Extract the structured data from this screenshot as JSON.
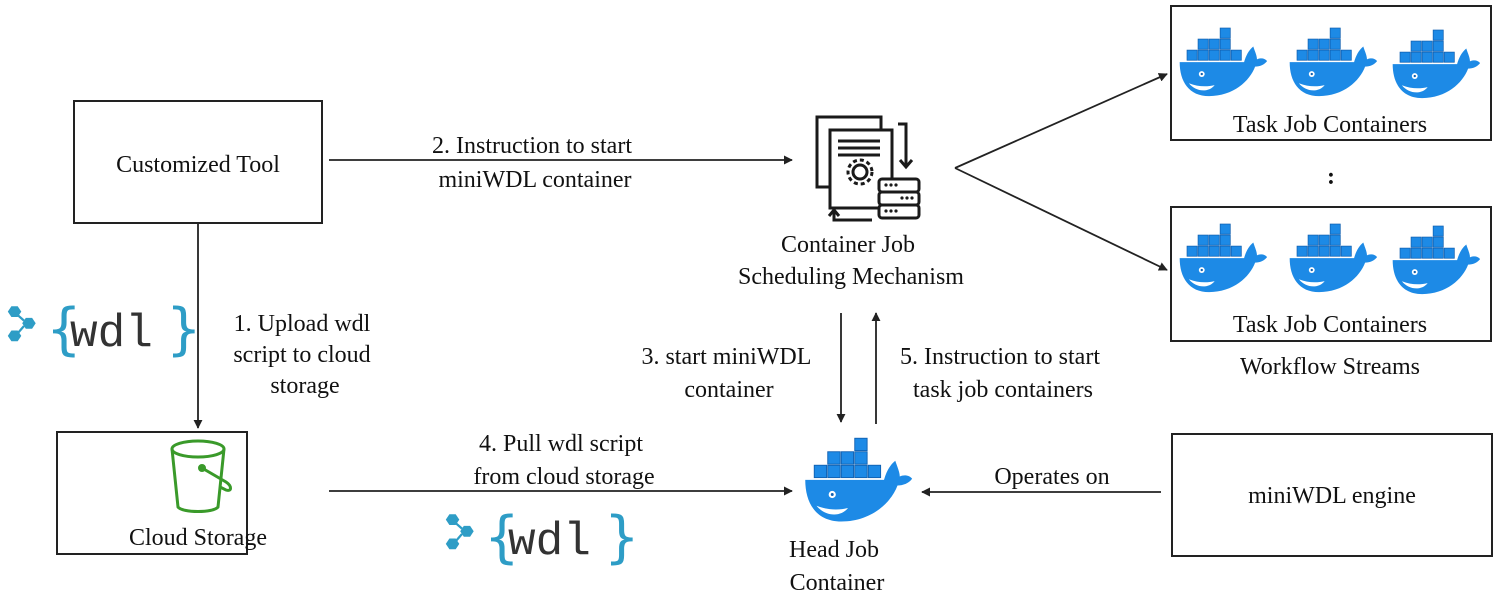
{
  "title": "miniWDL workflow execution architecture",
  "colors": {
    "docker_blue": "#1d8ae6",
    "wdl_blue": "#2e9dc6",
    "bucket_green": "#3a9a2a",
    "line": "#222222"
  },
  "nodes": {
    "customized_tool": {
      "label": "Customized Tool"
    },
    "cloud_storage": {
      "label": "Cloud Storage",
      "icon": "bucket-icon"
    },
    "scheduler": {
      "label_line1": "Container Job",
      "label_line2": "Scheduling Mechanism",
      "icon": "job-scheduler-icon"
    },
    "head_job": {
      "label_line1": "Head Job",
      "label_line2": "Container",
      "icon": "docker-whale-icon"
    },
    "task_group_1": {
      "label": "Task Job Containers",
      "container_count": 3,
      "icon": "docker-whale-icon"
    },
    "task_group_2": {
      "label": "Task Job Containers",
      "container_count": 3,
      "icon": "docker-whale-icon"
    },
    "ellipsis": ":",
    "workflow_streams": {
      "label": "Workflow Streams"
    },
    "miniwdl_engine": {
      "label": "miniWDL engine"
    }
  },
  "logos": {
    "wdl": {
      "open_brace": "{",
      "text": "wdl",
      "close_brace": "}"
    }
  },
  "edges": [
    {
      "id": "step1",
      "from": "customized_tool",
      "to": "cloud_storage",
      "lines": [
        "1. Upload wdl",
        "script to cloud",
        "storage"
      ]
    },
    {
      "id": "step2",
      "from": "customized_tool",
      "to": "scheduler",
      "lines": [
        "2. Instruction to start",
        "miniWDL container"
      ]
    },
    {
      "id": "step3",
      "from": "scheduler",
      "to": "head_job",
      "lines": [
        "3. start miniWDL",
        "container"
      ]
    },
    {
      "id": "step4",
      "from": "cloud_storage",
      "to": "head_job",
      "lines": [
        "4. Pull wdl script",
        "from cloud storage"
      ]
    },
    {
      "id": "step5",
      "from": "head_job",
      "to": "scheduler",
      "lines": [
        "5. Instruction to start",
        "task job containers"
      ]
    },
    {
      "id": "operates",
      "from": "miniwdl_engine",
      "to": "head_job",
      "lines": [
        "Operates on"
      ]
    },
    {
      "id": "fanout1",
      "from": "scheduler",
      "to": "task_group_1",
      "lines": []
    },
    {
      "id": "fanout2",
      "from": "scheduler",
      "to": "task_group_2",
      "lines": []
    }
  ]
}
